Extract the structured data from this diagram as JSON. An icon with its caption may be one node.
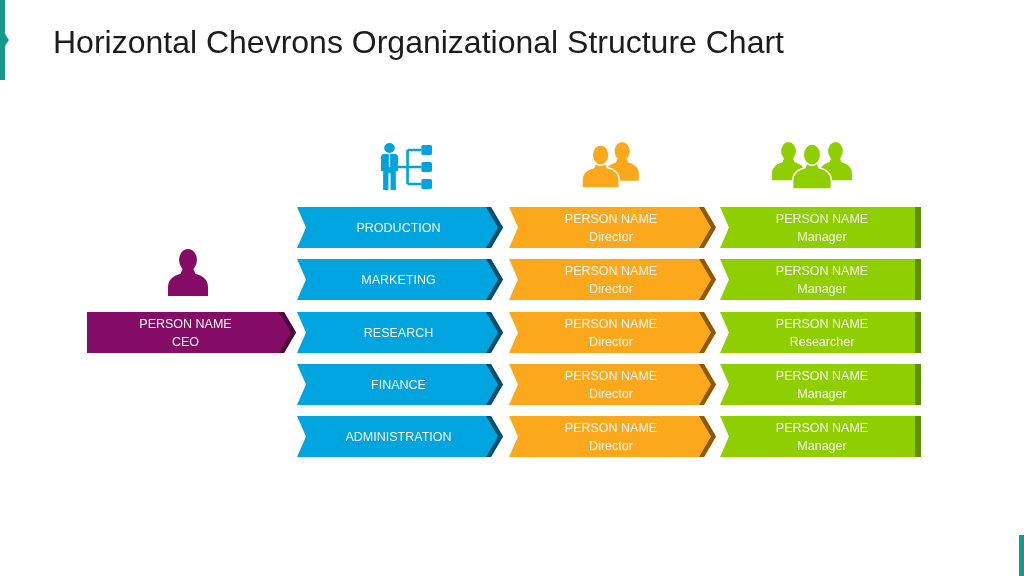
{
  "diagram": {
    "title": "Horizontal Chevrons Organizational Structure Chart",
    "nodes": [
      {
        "text": [
          "PERSON NAME",
          "CEO"
        ]
      },
      {
        "text": [
          "PRODUCTION"
        ]
      },
      {
        "text": [
          "PERSON NAME",
          "Director"
        ]
      },
      {
        "text": [
          "PERSON NAME",
          "Manager"
        ]
      },
      {
        "text": [
          "MARKETING"
        ]
      },
      {
        "text": [
          "PERSON NAME",
          "Director"
        ]
      },
      {
        "text": [
          "PERSON NAME",
          "Manager"
        ]
      },
      {
        "text": [
          "RESEARCH"
        ]
      },
      {
        "text": [
          "PERSON NAME",
          "Director"
        ]
      },
      {
        "text": [
          "PERSON NAME",
          "Researcher"
        ]
      },
      {
        "text": [
          "FINANCE"
        ]
      },
      {
        "text": [
          "PERSON NAME",
          "Director"
        ]
      },
      {
        "text": [
          "PERSON NAME",
          "Manager"
        ]
      },
      {
        "text": [
          "ADMINISTRATION"
        ]
      },
      {
        "text": [
          "PERSON NAME",
          "Director"
        ]
      },
      {
        "text": [
          "PERSON NAME",
          "Manager"
        ]
      }
    ]
  }
}
